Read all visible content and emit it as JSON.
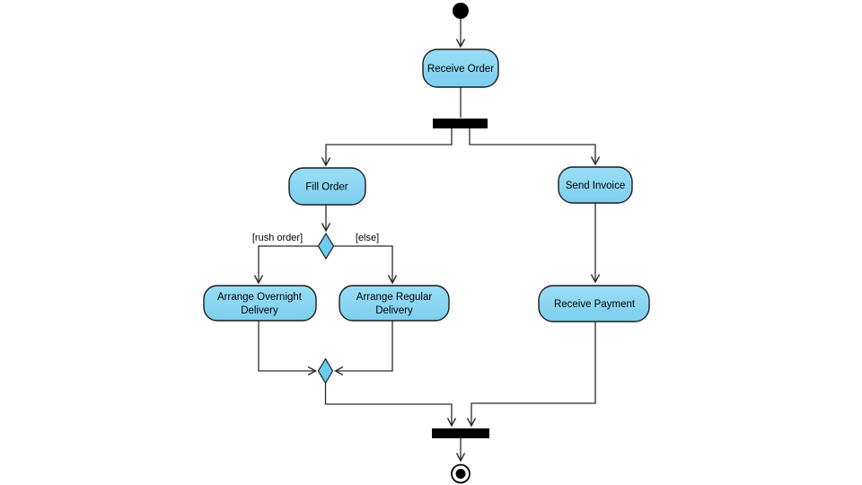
{
  "diagram": {
    "type": "uml-activity-diagram",
    "nodes": {
      "receive_order": {
        "label": "Receive Order"
      },
      "fill_order": {
        "label": "Fill Order"
      },
      "send_invoice": {
        "label": "Send Invoice"
      },
      "arrange_overnight_delivery": {
        "line1": "Arrange Overnight",
        "line2": "Delivery"
      },
      "arrange_regular_delivery": {
        "line1": "Arrange Regular",
        "line2": "Delivery"
      },
      "receive_payment": {
        "label": "Receive Payment"
      }
    },
    "guards": {
      "rush_order": "[rush order]",
      "else_branch": "[else]"
    },
    "colors": {
      "node_fill_light": "#9ADDF6",
      "node_fill_dark": "#7CCEEE",
      "node_stroke": "#1B1B1B",
      "diamond_fill": "#6BCBEE",
      "line_color": "#2A2A2A",
      "bar_color": "#000000",
      "background": "#FFFFFF"
    }
  }
}
